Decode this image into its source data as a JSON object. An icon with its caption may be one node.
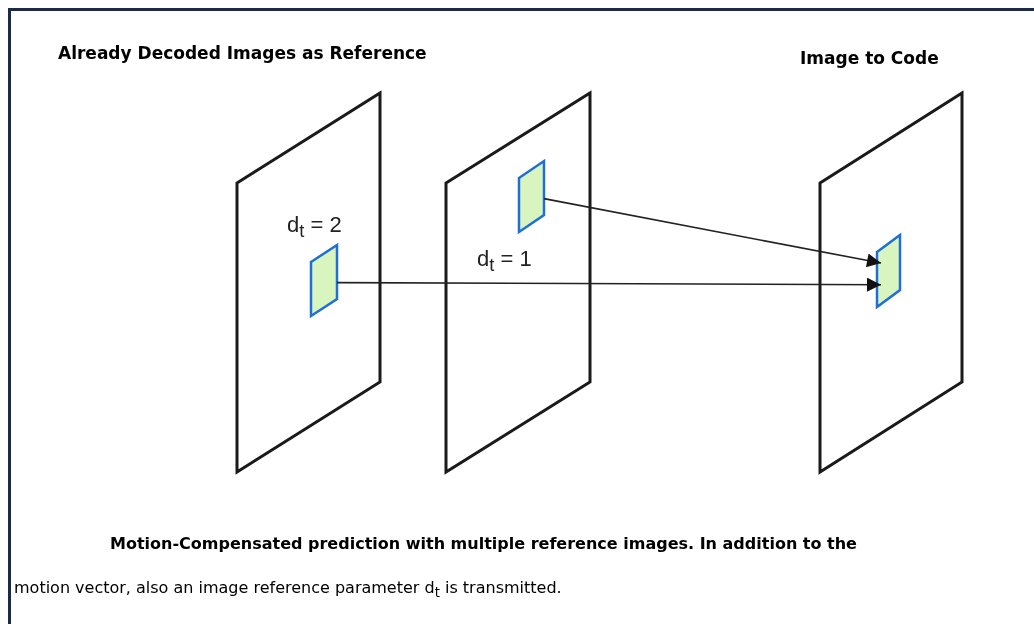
{
  "diagram": {
    "caption": "**Motion-Compensated prediction with multiple reference images. In addition to the** motion vector, also an image reference parameter d$_{t}$ is transmitted.",
    "nodes": [
      {
        "text": [],
        "shape": "box"
      },
      {
        "text": [],
        "shape": "box",
        "in": 0
      },
      {
        "text": [],
        "shape": "box"
      },
      {
        "text": [],
        "shape": "box",
        "in": 2
      },
      {
        "text": [],
        "shape": "box"
      },
      {
        "text": [],
        "shape": "box",
        "in": 4
      }
    ],
    "edges": [
      {
        "from": 1,
        "to": 5,
        "arrow": "to"
      },
      {
        "from": 3,
        "to": 5,
        "arrow": "to"
      }
    ],
    "labels": [
      "Already Decoded Images as Reference",
      "Image to Code",
      "d$_{t}$ = 2",
      "d$_{t}$ = 1"
    ]
  }
}
